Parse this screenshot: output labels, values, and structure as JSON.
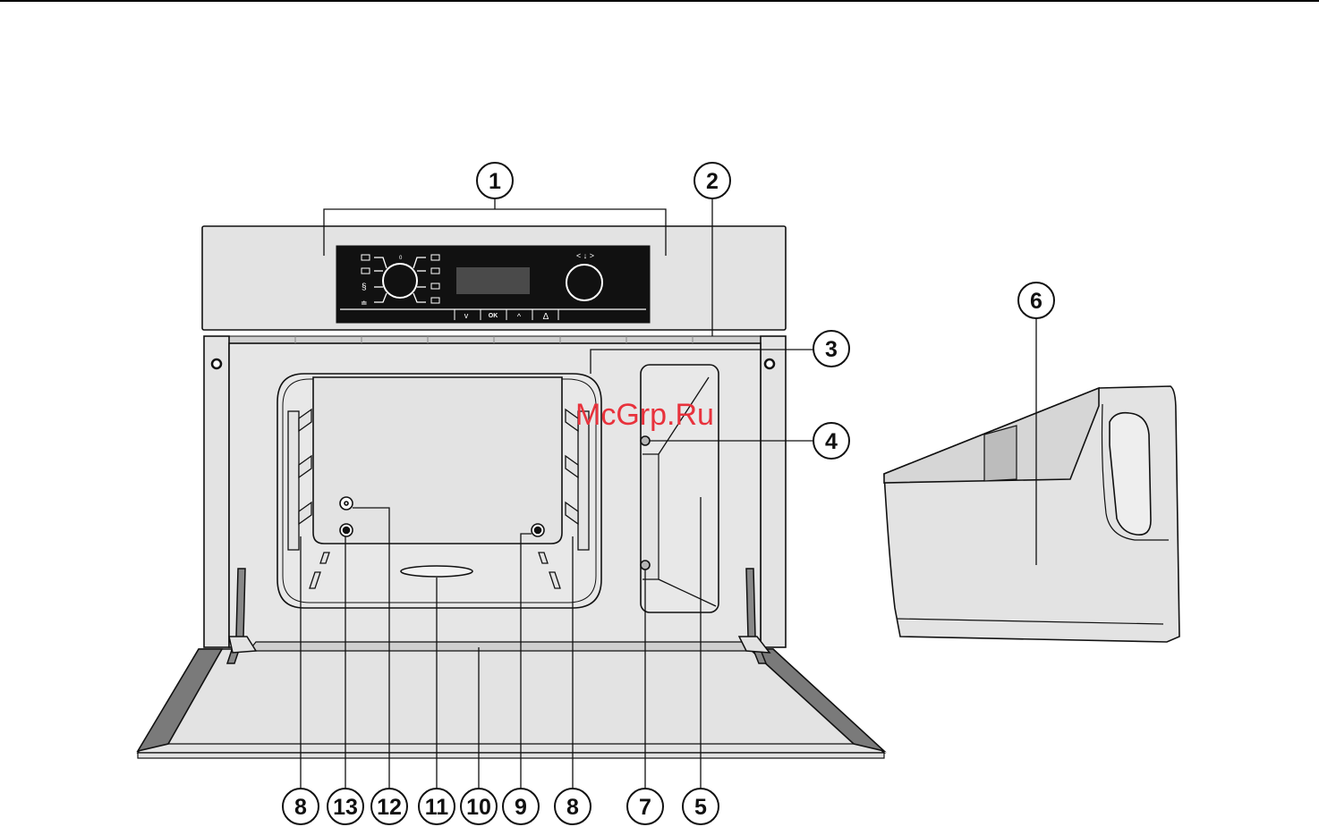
{
  "watermark": "McGrp.Ru",
  "colors": {
    "line": "#111111",
    "panel_fill": "#e3e3e3",
    "control_panel": "#111111",
    "display": "#4a4a4a",
    "watermark": "#e8323c",
    "seal": "#7a7a7a"
  },
  "control_panel": {
    "display_text": "",
    "keys": [
      "v",
      "OK",
      "^",
      "Δ"
    ],
    "temperature_symbols": "< ↓ >"
  },
  "callouts": {
    "c1": "1",
    "c2": "2",
    "c3": "3",
    "c4": "4",
    "c5": "5",
    "c6": "6",
    "c7": "7",
    "c8a": "8",
    "c8b": "8",
    "c9": "9",
    "c10": "10",
    "c11": "11",
    "c12": "12",
    "c13": "13"
  }
}
